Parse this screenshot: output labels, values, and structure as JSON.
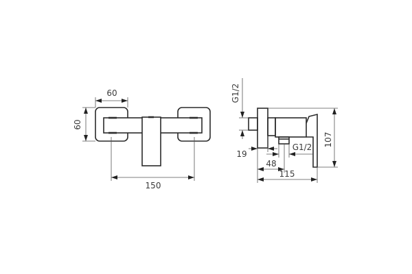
{
  "drawing": {
    "type": "technical-drawing",
    "subject": "wall-mounted shower mixer",
    "line_color": "#2a2a2a",
    "dim_color": "#555555",
    "background": "#ffffff"
  },
  "front_view": {
    "dims": {
      "flange_width": "60",
      "flange_height": "60",
      "center_distance": "150"
    }
  },
  "side_view": {
    "dims": {
      "inlet_thread": "G1/2",
      "wall_flange_depth": "19",
      "outlet_thread": "G1/2",
      "outlet_offset": "48",
      "total_depth": "115",
      "total_height": "107"
    }
  }
}
